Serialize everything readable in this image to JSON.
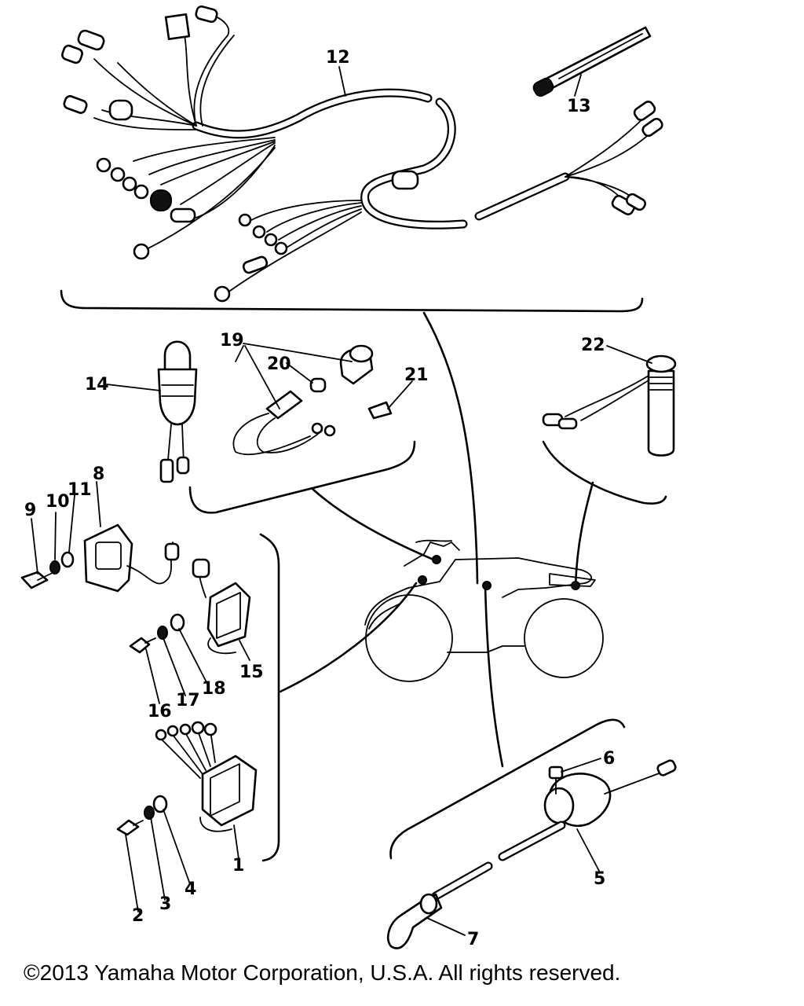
{
  "diagram": {
    "callouts": [
      "1",
      "2",
      "3",
      "4",
      "5",
      "6",
      "7",
      "8",
      "9",
      "10",
      "11",
      "12",
      "13",
      "14",
      "15",
      "16",
      "17",
      "18",
      "19",
      "20",
      "21",
      "22"
    ]
  },
  "footer": {
    "copyright": "©2013 Yamaha Motor Corporation, U.S.A. All rights reserved."
  }
}
